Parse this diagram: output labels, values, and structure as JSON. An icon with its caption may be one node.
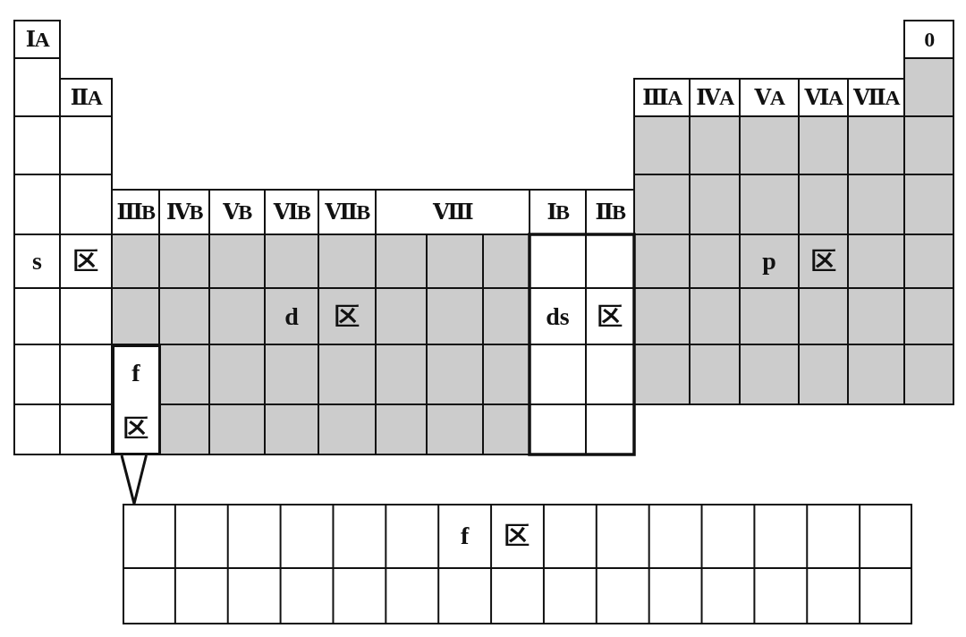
{
  "diagram": {
    "nodes": [
      {
        "text": [
          "f",
          "区"
        ]
      },
      {
        "text": [
          "f",
          "区"
        ]
      }
    ],
    "edges": [
      {
        "from": 0,
        "to": 1,
        "arrow": "none"
      }
    ],
    "labels": [
      "ⅠA",
      "0",
      "ⅡA",
      "ⅢA",
      "ⅣA",
      "ⅤA",
      "ⅥA",
      "ⅦA",
      "ⅢB",
      "ⅣB",
      "ⅤB",
      "ⅥB",
      "ⅦB",
      "Ⅷ",
      "ⅠB",
      "ⅡB",
      "s",
      "区",
      "p",
      "区",
      "d",
      "区",
      "ds",
      "区"
    ]
  }
}
